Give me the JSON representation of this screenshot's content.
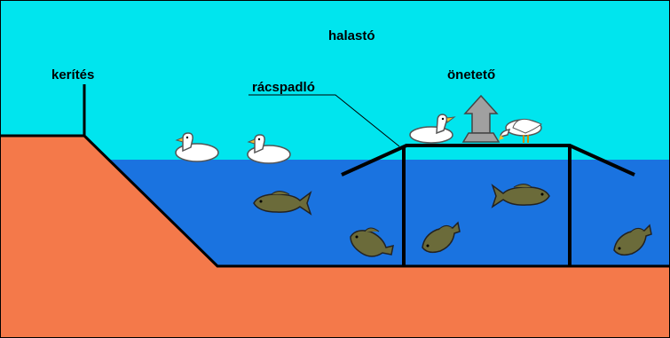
{
  "labels": {
    "pond": "halastó",
    "fence": "kerítés",
    "grid_floor": "rácspadló",
    "feeder": "önetető"
  },
  "colors": {
    "sky": "#00e5ee",
    "water": "#1a73e0",
    "ground": "#f4794a",
    "line": "#000000",
    "fish": "#6b6b3a",
    "duck": "#ffffff",
    "feeder": "#a0a0a0"
  },
  "icons": [
    "duck-icon",
    "fish-icon",
    "feeder-icon"
  ]
}
